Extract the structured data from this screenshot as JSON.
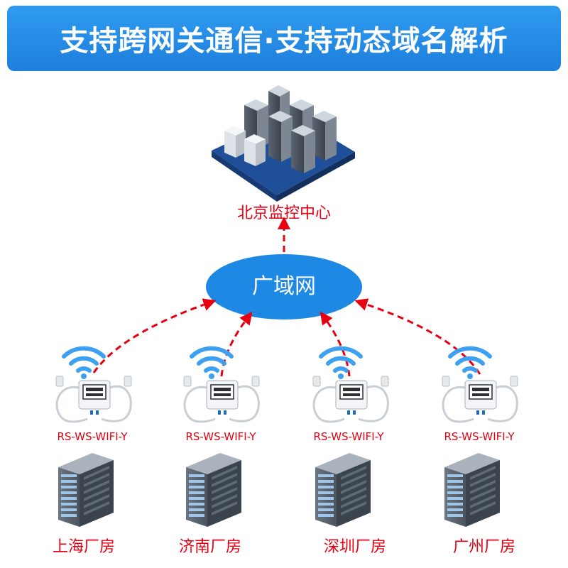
{
  "banner": {
    "title": "支持跨网关通信·支持动态域名解析"
  },
  "datacenter": {
    "label": "北京监控中心"
  },
  "network": {
    "label": "广域网"
  },
  "sites": [
    {
      "model": "RS-WS-WIFI-Y",
      "factory": "上海厂房"
    },
    {
      "model": "RS-WS-WIFI-Y",
      "factory": "济南厂房"
    },
    {
      "model": "RS-WS-WIFI-Y",
      "factory": "深圳厂房"
    },
    {
      "model": "RS-WS-WIFI-Y",
      "factory": "广州厂房"
    }
  ],
  "colors": {
    "banner": "#1d7fdc",
    "accent_red": "#e60012",
    "cloud": "#1e88e5",
    "wifi": "#3ea0f0"
  },
  "icons": [
    "server-cluster-icon",
    "wifi-icon",
    "sensor-device-icon",
    "server-rack-icon"
  ]
}
